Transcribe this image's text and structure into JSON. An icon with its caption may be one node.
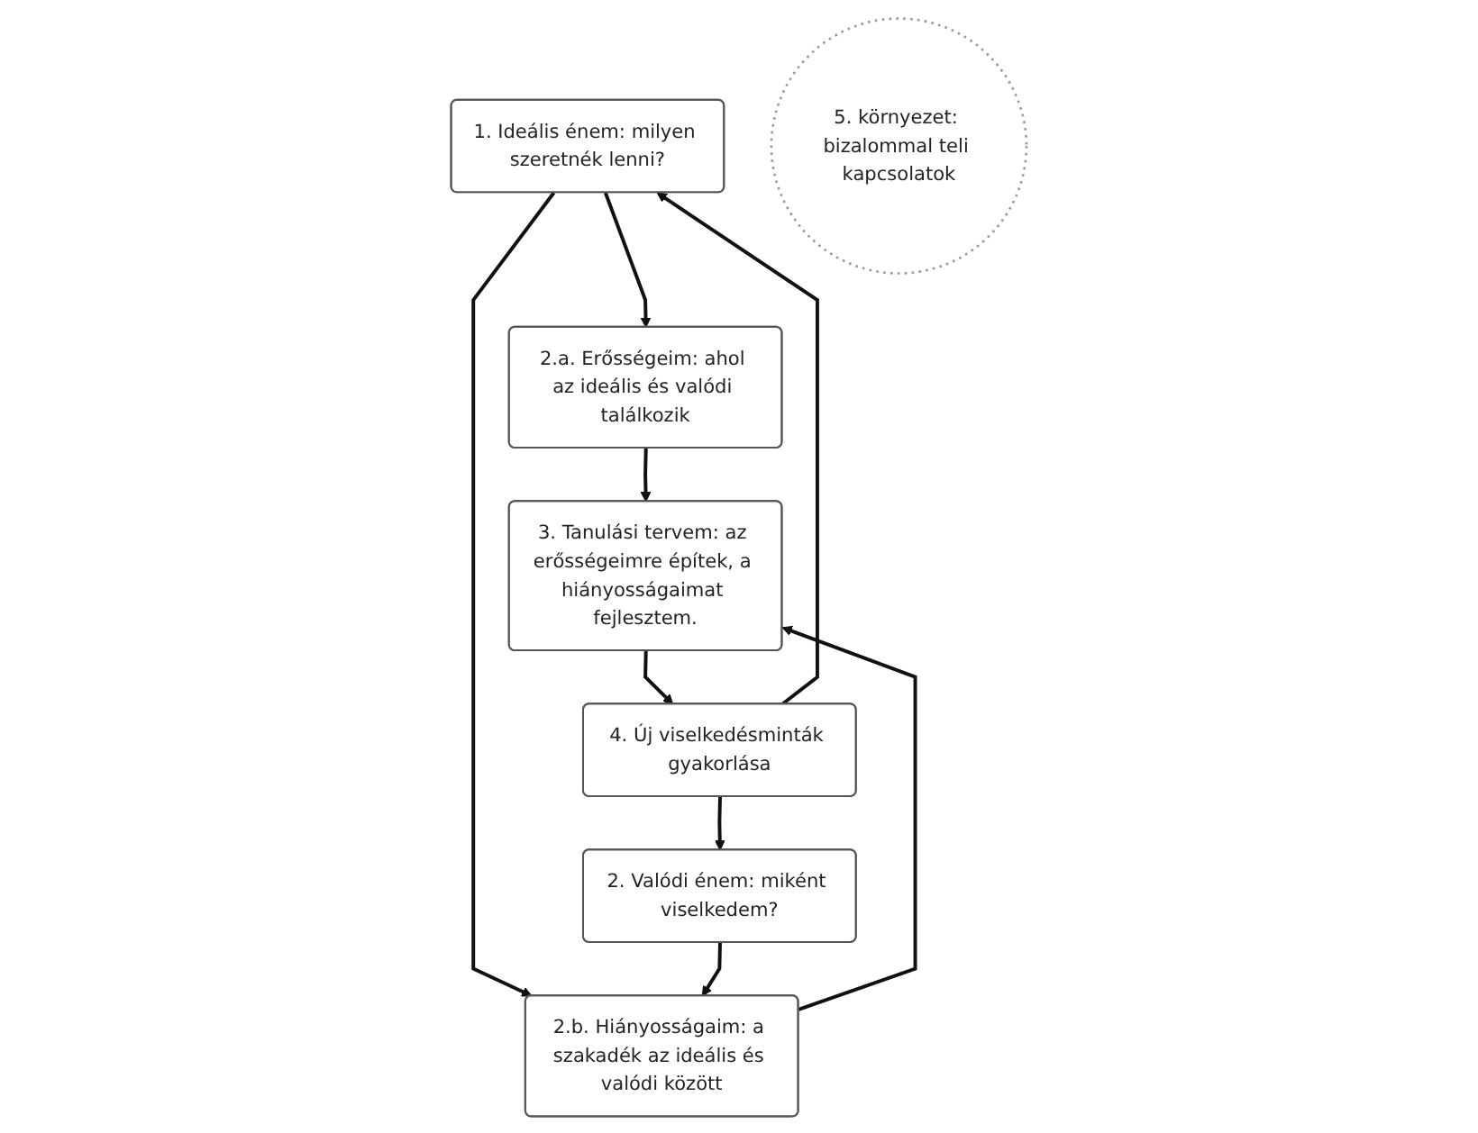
{
  "diagram": {
    "nodes": [
      {
        "text": [
          "1. Ideális énem: milyen szeretnék lenni?"
        ]
      },
      {
        "text": [
          "2. Valódi énem: miként viselkedem?"
        ]
      },
      {
        "text": [
          "4. Új viselkedésminták gyakorlása"
        ]
      },
      {
        "text": [
          "2.a. Erősségeim: ahol az ideális és valódi találkozik"
        ]
      },
      {
        "text": [
          "2.b. Hiányosságaim: a szakadék az ideális és valódi között"
        ]
      },
      {
        "text": [
          "3. Tanulási tervem: az erősségeimre építek, a hiányosságaimat fejlesztem."
        ]
      },
      {
        "text": [
          "5. környezet: bizalommal teli kapcsolatok"
        ]
      }
    ],
    "edges": [
      {
        "from": 0,
        "to": 3,
        "arrow": "to"
      },
      {
        "from": 0,
        "to": 4,
        "arrow": "to"
      },
      {
        "from": 1,
        "to": 4,
        "arrow": "to"
      },
      {
        "from": 3,
        "to": 5,
        "arrow": "to"
      },
      {
        "from": 4,
        "to": 5,
        "arrow": "to"
      },
      {
        "from": 5,
        "to": 2,
        "arrow": "to"
      },
      {
        "from": 2,
        "to": 0,
        "arrow": "to"
      },
      {
        "from": 2,
        "to": 1,
        "arrow": "to"
      }
    ]
  }
}
